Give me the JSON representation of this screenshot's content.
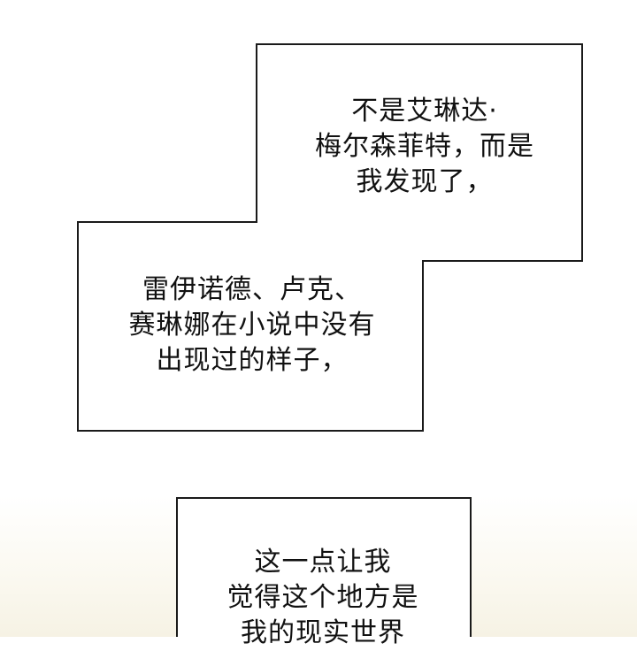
{
  "panels": [
    {
      "id": "speech-1",
      "lines": [
        "不是艾琳达·",
        "梅尔森菲特，而是",
        "我发现了，"
      ]
    },
    {
      "id": "speech-2",
      "lines": [
        "雷伊诺德、卢克、",
        "赛琳娜在小说中没有",
        "出现过的样子，"
      ]
    },
    {
      "id": "speech-3",
      "lines": [
        "这一点让我",
        "觉得这个地方是",
        "我的现实世界"
      ]
    }
  ]
}
